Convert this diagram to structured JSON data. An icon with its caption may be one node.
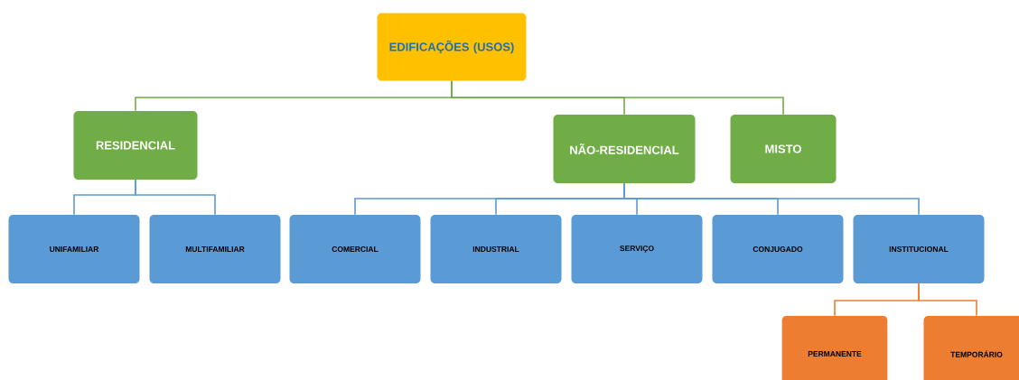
{
  "diagram": {
    "nodes": [
      {
        "text": [
          "EDIFICAÇÕES (USOS)"
        ]
      },
      {
        "text": [
          "RESIDENCIAL"
        ]
      },
      {
        "text": [
          "NÃO-RESIDENCIAL"
        ]
      },
      {
        "text": [
          "MISTO"
        ]
      },
      {
        "text": [
          "UNIFAMILIAR"
        ]
      },
      {
        "text": [
          "MULTIFAMILIAR"
        ]
      },
      {
        "text": [
          "COMERCIAL"
        ]
      },
      {
        "text": [
          "INDUSTRIAL"
        ]
      },
      {
        "text": [
          "SERVIÇO"
        ]
      },
      {
        "text": [
          "CONJUGADO"
        ]
      },
      {
        "text": [
          "INSTITUCIONAL"
        ]
      },
      {
        "text": [
          "PERMANENTE"
        ]
      },
      {
        "text": [
          "TEMPORÁRIO"
        ]
      }
    ],
    "edges": [
      {
        "from": 0,
        "to": 1,
        "arrow": "none",
        "color": "#70ad47"
      },
      {
        "from": 0,
        "to": 2,
        "arrow": "none",
        "color": "#70ad47"
      },
      {
        "from": 0,
        "to": 3,
        "arrow": "none",
        "color": "#70ad47"
      },
      {
        "from": 1,
        "to": 4,
        "arrow": "none"
      },
      {
        "from": 1,
        "to": 5,
        "arrow": "none"
      },
      {
        "from": 2,
        "to": 6,
        "arrow": "none"
      },
      {
        "from": 2,
        "to": 7,
        "arrow": "none"
      },
      {
        "from": 2,
        "to": 8,
        "arrow": "none"
      },
      {
        "from": 2,
        "to": 9,
        "arrow": "none"
      },
      {
        "from": 2,
        "to": 10,
        "arrow": "none"
      },
      {
        "from": 10,
        "to": 11,
        "arrow": "none",
        "color": "#ed7d31"
      },
      {
        "from": 10,
        "to": 12,
        "arrow": "none",
        "color": "#ed7d31"
      }
    ]
  }
}
